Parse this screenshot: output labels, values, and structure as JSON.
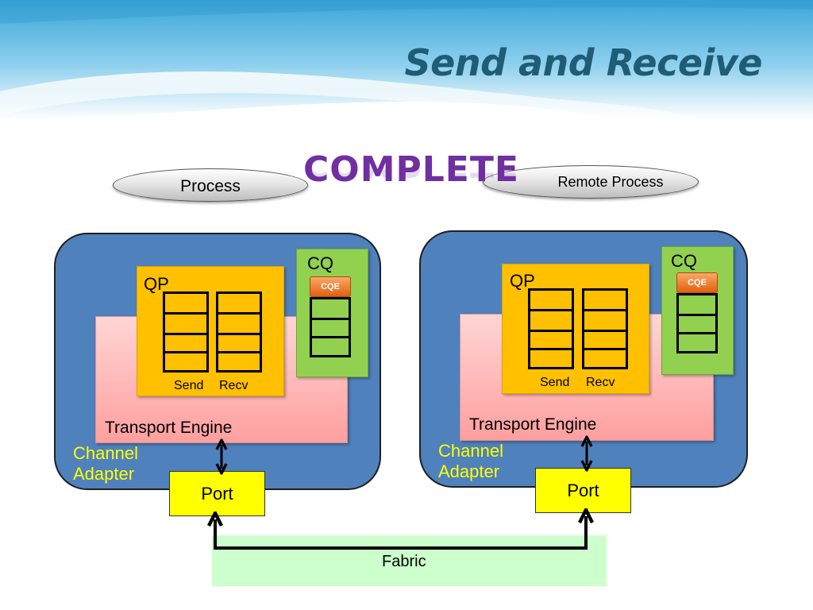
{
  "slide": {
    "title": "Send and Receive",
    "step_label": "COMPLETE"
  },
  "process_labels": {
    "left": "Process",
    "right": "Remote Process"
  },
  "nodes": [
    {
      "cq_label": "CQ",
      "cqe_label": "CQE",
      "qp_label": "QP",
      "send_label": "Send",
      "recv_label": "Recv",
      "engine_label": "Transport Engine",
      "adapter_label_line1": "Channel",
      "adapter_label_line2": "Adapter",
      "port_label": "Port"
    },
    {
      "cq_label": "CQ",
      "cqe_label": "CQE",
      "qp_label": "QP",
      "send_label": "Send",
      "recv_label": "Recv",
      "engine_label": "Transport Engine",
      "adapter_label_line1": "Channel",
      "adapter_label_line2": "Adapter",
      "port_label": "Port"
    }
  ],
  "fabric_label": "Fabric",
  "colors": {
    "title": "#1f5d76",
    "complete": "#7030a0",
    "adapter": "#4f81bd",
    "qp": "#ffc000",
    "cq": "#92d050",
    "port": "#ffff00",
    "fabric": "#ccffcc",
    "channel_adapter_text": "#ffff00"
  }
}
